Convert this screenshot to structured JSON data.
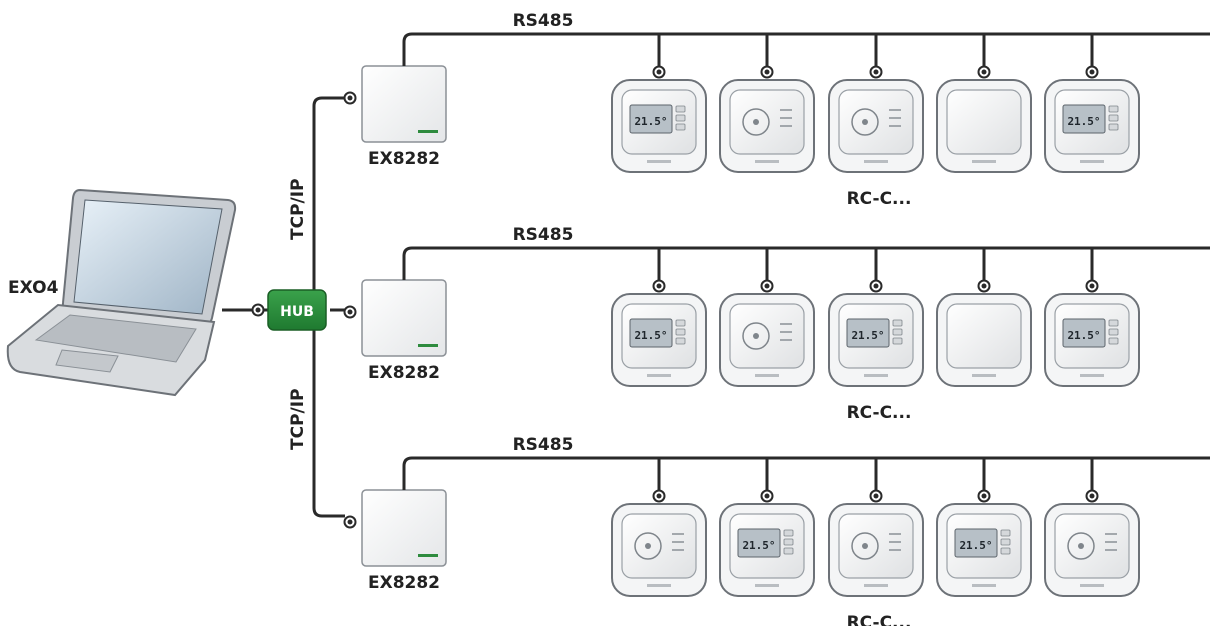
{
  "pc": {
    "label": "EXO4"
  },
  "hub": {
    "label": "HUB"
  },
  "network": {
    "tcpip_label": "TCP/IP"
  },
  "bus": {
    "label": "RS485"
  },
  "controller": {
    "label": "EX8282"
  },
  "room_unit": {
    "label": "RC-C...",
    "display_reading": "21.5°"
  },
  "rows": [
    {
      "units": [
        "display",
        "dial",
        "dial",
        "blank",
        "display"
      ]
    },
    {
      "units": [
        "display",
        "dial",
        "display",
        "blank",
        "display"
      ]
    },
    {
      "units": [
        "dial",
        "display",
        "dial",
        "display",
        "dial"
      ]
    }
  ],
  "colors": {
    "hub": "#2e8b3e",
    "line": "#2a2a2a",
    "text": "#222222"
  }
}
